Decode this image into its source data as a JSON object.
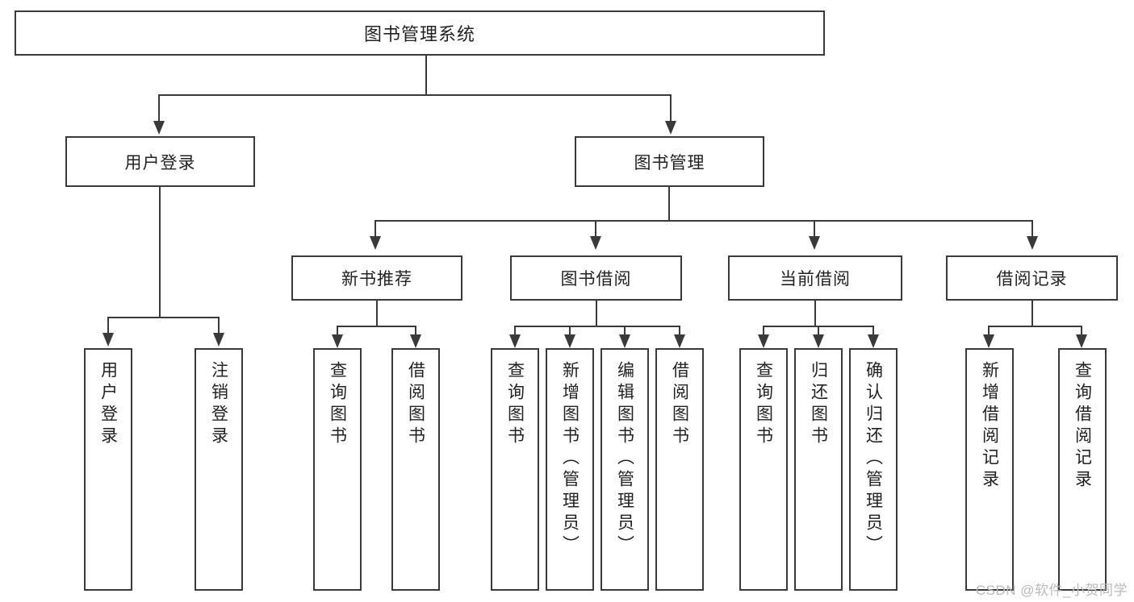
{
  "diagram": {
    "title": "图书管理系统",
    "type": "tree",
    "watermark": "CSDN @软件_小贺同学",
    "colors": {
      "border": "#3a3a3a",
      "background": "#ffffff",
      "text": "#222222",
      "watermark": "#b9b9b9"
    },
    "levels": {
      "root": {
        "label": "图书管理系统"
      },
      "level2": [
        {
          "label": "用户登录"
        },
        {
          "label": "图书管理"
        }
      ],
      "level3": [
        {
          "label": "新书推荐"
        },
        {
          "label": "图书借阅"
        },
        {
          "label": "当前借阅"
        },
        {
          "label": "借阅记录"
        }
      ],
      "leaves": {
        "user_login": [
          {
            "label": "用户登录"
          },
          {
            "label": "注销登录"
          }
        ],
        "new_book": [
          {
            "label": "查询图书"
          },
          {
            "label": "借阅图书"
          }
        ],
        "book_borrow": [
          {
            "label": "查询图书"
          },
          {
            "label": "新增图书（管理员）"
          },
          {
            "label": "编辑图书（管理员）"
          },
          {
            "label": "借阅图书"
          }
        ],
        "current_borrow": [
          {
            "label": "查询图书"
          },
          {
            "label": "归还图书"
          },
          {
            "label": "确认归还（管理员）"
          }
        ],
        "borrow_record": [
          {
            "label": "新增借阅记录"
          },
          {
            "label": "查询借阅记录"
          }
        ]
      }
    }
  }
}
